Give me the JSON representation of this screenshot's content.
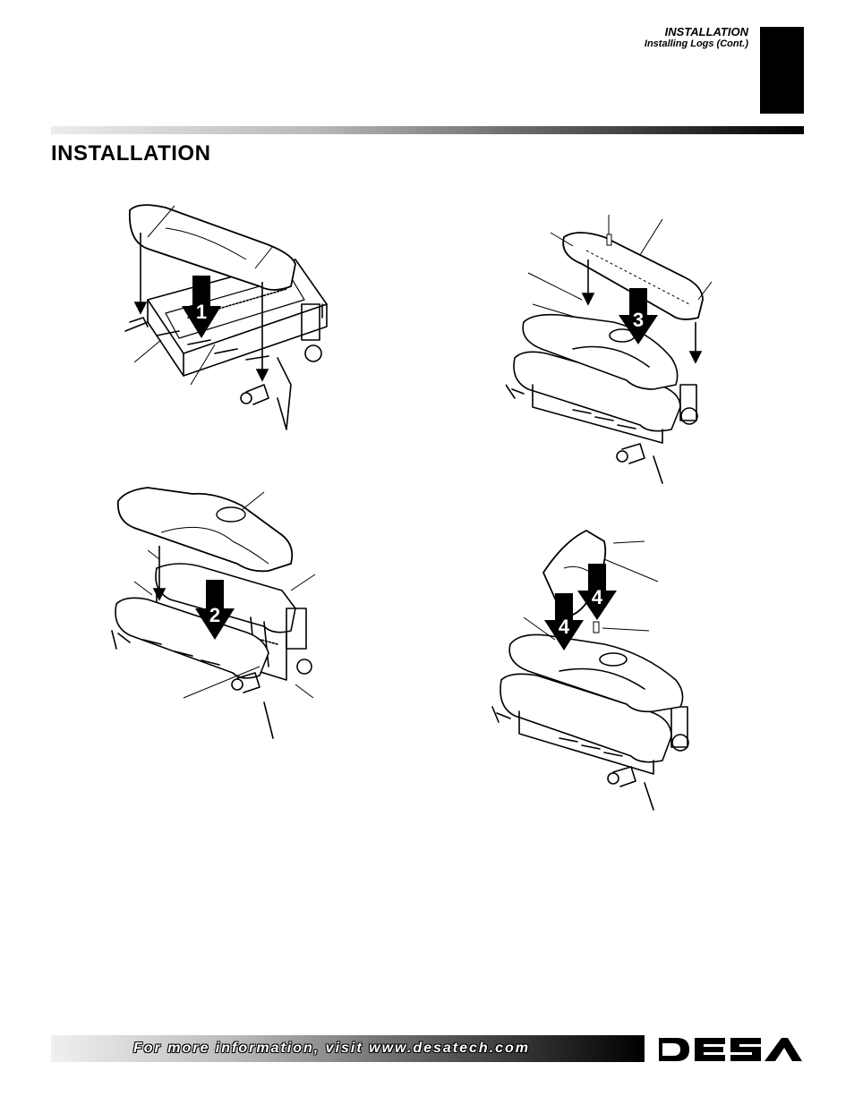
{
  "header": {
    "section": "INSTALLATION",
    "subsection": "Installing Logs (Cont.)"
  },
  "page": {
    "title": "INSTALLATION"
  },
  "figures": [
    {
      "id": "fig1",
      "step": "1"
    },
    {
      "id": "fig2",
      "step": "2"
    },
    {
      "id": "fig3",
      "step": "3"
    },
    {
      "id": "fig4",
      "step": "4"
    }
  ],
  "footer": {
    "text": "For more information, visit www.desatech.com"
  },
  "logo": {
    "brand": "DESA"
  }
}
